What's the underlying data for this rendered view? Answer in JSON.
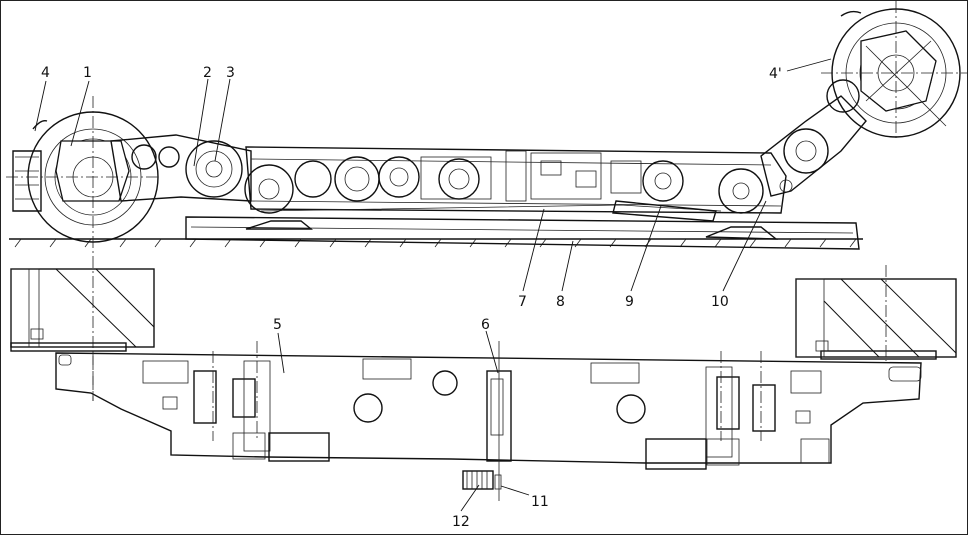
{
  "labels": {
    "l1": "1",
    "l2": "2",
    "l3": "3",
    "l4": "4",
    "l4p": "4'",
    "l5": "5",
    "l6": "6",
    "l7": "7",
    "l8": "8",
    "l9": "9",
    "l10": "10",
    "l11": "11",
    "l12": "12"
  }
}
